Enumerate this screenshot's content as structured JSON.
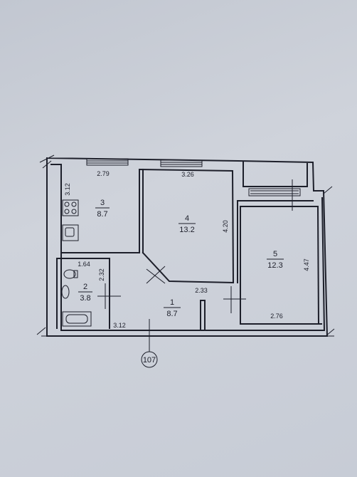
{
  "rooms": [
    {
      "id": "1",
      "number": "1",
      "area": "8.7"
    },
    {
      "id": "2",
      "number": "2",
      "area": "3.8"
    },
    {
      "id": "3",
      "number": "3",
      "area": "8.7"
    },
    {
      "id": "4",
      "number": "4",
      "area": "13.2"
    },
    {
      "id": "5",
      "number": "5",
      "area": "12.3"
    }
  ],
  "dimensions": {
    "kitchen_width": "2.79",
    "kitchen_length": "3.12",
    "room4_width": "3.26",
    "room4_length": "4.20",
    "bath_width": "1.64",
    "bath_length": "2.32",
    "hall_depth": "2.33",
    "hall_width": "3.12",
    "room5_width": "2.76",
    "room5_length": "4.47"
  },
  "axis_marker": "107"
}
